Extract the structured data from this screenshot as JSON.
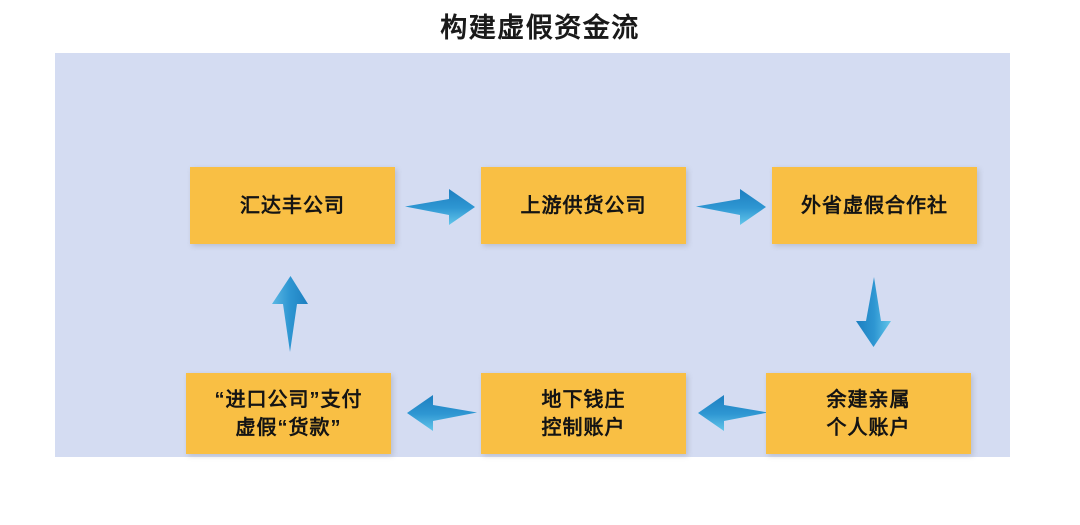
{
  "title": "构建虚假资金流",
  "colors": {
    "panel_background": "#d4dcf2",
    "node_fill": "#f9bf44",
    "node_text": "#141414",
    "arrow_dark": "#1d7fc0",
    "arrow_light": "#63c6ea",
    "page_background": "#ffffff",
    "title_text": "#1a1a1a"
  },
  "diagram": {
    "type": "flow",
    "nodes": [
      {
        "id": "huidafeng",
        "label": "汇达丰公司",
        "row": "top",
        "column": 1
      },
      {
        "id": "supplier",
        "label": "上游供货公司",
        "row": "top",
        "column": 2
      },
      {
        "id": "fake_coop",
        "label": "外省虚假合作社",
        "row": "top",
        "column": 3
      },
      {
        "id": "personal_acct",
        "label": "余建亲属\n个人账户",
        "row": "bottom",
        "column": 3
      },
      {
        "id": "underground",
        "label": "地下钱庄\n控制账户",
        "row": "bottom",
        "column": 2
      },
      {
        "id": "import_pay",
        "label": "“进口公司”支付\n虚假“货款”",
        "row": "bottom",
        "column": 1
      }
    ],
    "edges": [
      {
        "id": "e1",
        "from": "huidafeng",
        "to": "supplier",
        "direction": "right"
      },
      {
        "id": "e2",
        "from": "supplier",
        "to": "fake_coop",
        "direction": "right"
      },
      {
        "id": "e3",
        "from": "fake_coop",
        "to": "personal_acct",
        "direction": "down"
      },
      {
        "id": "e4",
        "from": "personal_acct",
        "to": "underground",
        "direction": "left"
      },
      {
        "id": "e5",
        "from": "underground",
        "to": "import_pay",
        "direction": "left"
      },
      {
        "id": "e6",
        "from": "import_pay",
        "to": "huidafeng",
        "direction": "up"
      }
    ]
  }
}
